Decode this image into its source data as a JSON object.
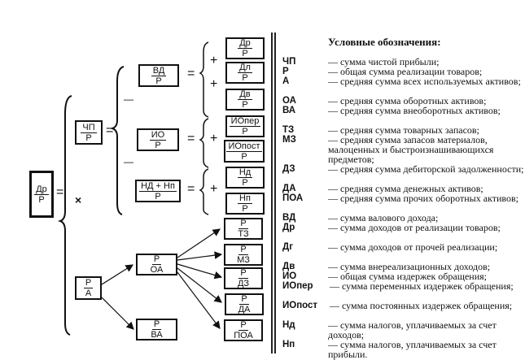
{
  "diagram": {
    "root": {
      "num": "Др",
      "den": "Р"
    },
    "multiply_sign": "×",
    "left_branch": {
      "num": "ЧП",
      "den": "Р"
    },
    "vd": {
      "num": "ВД",
      "den": "Р"
    },
    "vd_parts": [
      {
        "num": "Др",
        "den": "Р"
      },
      {
        "num": "Дл",
        "den": "Р"
      },
      {
        "num": "Дв",
        "den": "Р"
      }
    ],
    "io": {
      "num": "ИО",
      "den": "Р"
    },
    "io_parts": [
      {
        "num": "ИОпер",
        "den": "Р"
      },
      {
        "num": "ИОпост",
        "den": "Р"
      }
    ],
    "tax": {
      "num": "НД + Нп",
      "den": "Р"
    },
    "tax_parts": [
      {
        "num": "Нд",
        "den": "Р"
      },
      {
        "num": "Нп",
        "den": "Р"
      }
    ],
    "ra": {
      "num": "Р",
      "den": "А"
    },
    "roa": {
      "num": "Р",
      "den": "ОА"
    },
    "rva": {
      "num": "Р",
      "den": "ВА"
    },
    "oa_parts": [
      {
        "num": "Р",
        "den": "ТЗ"
      },
      {
        "num": "Р",
        "den": "МЗ"
      },
      {
        "num": "Р",
        "den": "ДЗ"
      },
      {
        "num": "Р",
        "den": "ДА"
      },
      {
        "num": "Р",
        "den": "ПОА"
      }
    ],
    "signs": {
      "eq": "=",
      "plus": "+",
      "minus": "—"
    }
  },
  "legend": {
    "title": "Условные обозначения:",
    "items": [
      {
        "abbr": "ЧП",
        "desc": "— сумма чистой прибыли;"
      },
      {
        "abbr": "Р",
        "desc": "— общая сумма реализации товаров;"
      },
      {
        "abbr": "А",
        "desc": "— средняя сумма всех используемых активов;"
      },
      {
        "abbr": "ОА",
        "desc": "— средняя сумма оборотных активов;"
      },
      {
        "abbr": "ВА",
        "desc": "— средняя сумма внеоборотных активов;"
      },
      {
        "abbr": "ТЗ",
        "desc": "— средняя сумма товарных запасов;"
      },
      {
        "abbr": "МЗ",
        "desc": "— средняя сумма запасов материалов, малоценных и быстроизнашивающихся предметов;"
      },
      {
        "abbr": "ДЗ",
        "desc": "— средняя сумма дебиторской задолженности;"
      },
      {
        "abbr": "ДА",
        "desc": "— средняя сумма денежных активов;"
      },
      {
        "abbr": "ПОА",
        "desc": "— средняя сумма прочих оборотных активов;"
      },
      {
        "abbr": "ВД",
        "desc": "— сумма валового дохода;"
      },
      {
        "abbr": "Др",
        "desc": "— сумма доходов от реализации товаров;"
      },
      {
        "abbr": "Дг",
        "desc": "— сумма доходов от прочей реализации;"
      },
      {
        "abbr": "Дв",
        "desc": "— сумма внереализационных доходов;"
      },
      {
        "abbr": "ИО",
        "desc": "— общая сумма издержек обращения;"
      },
      {
        "abbr": "ИОпер",
        "desc": "— сумма переменных издержек обращения;"
      },
      {
        "abbr": "ИОпост",
        "desc": "— сумма постоянных издержек обращения;"
      },
      {
        "abbr": "Нд",
        "desc": "— сумма налогов, уплачиваемых за счет доходов;"
      },
      {
        "abbr": "Нп",
        "desc": "— сумма налогов, уплачиваемых за счет прибыли."
      }
    ]
  }
}
